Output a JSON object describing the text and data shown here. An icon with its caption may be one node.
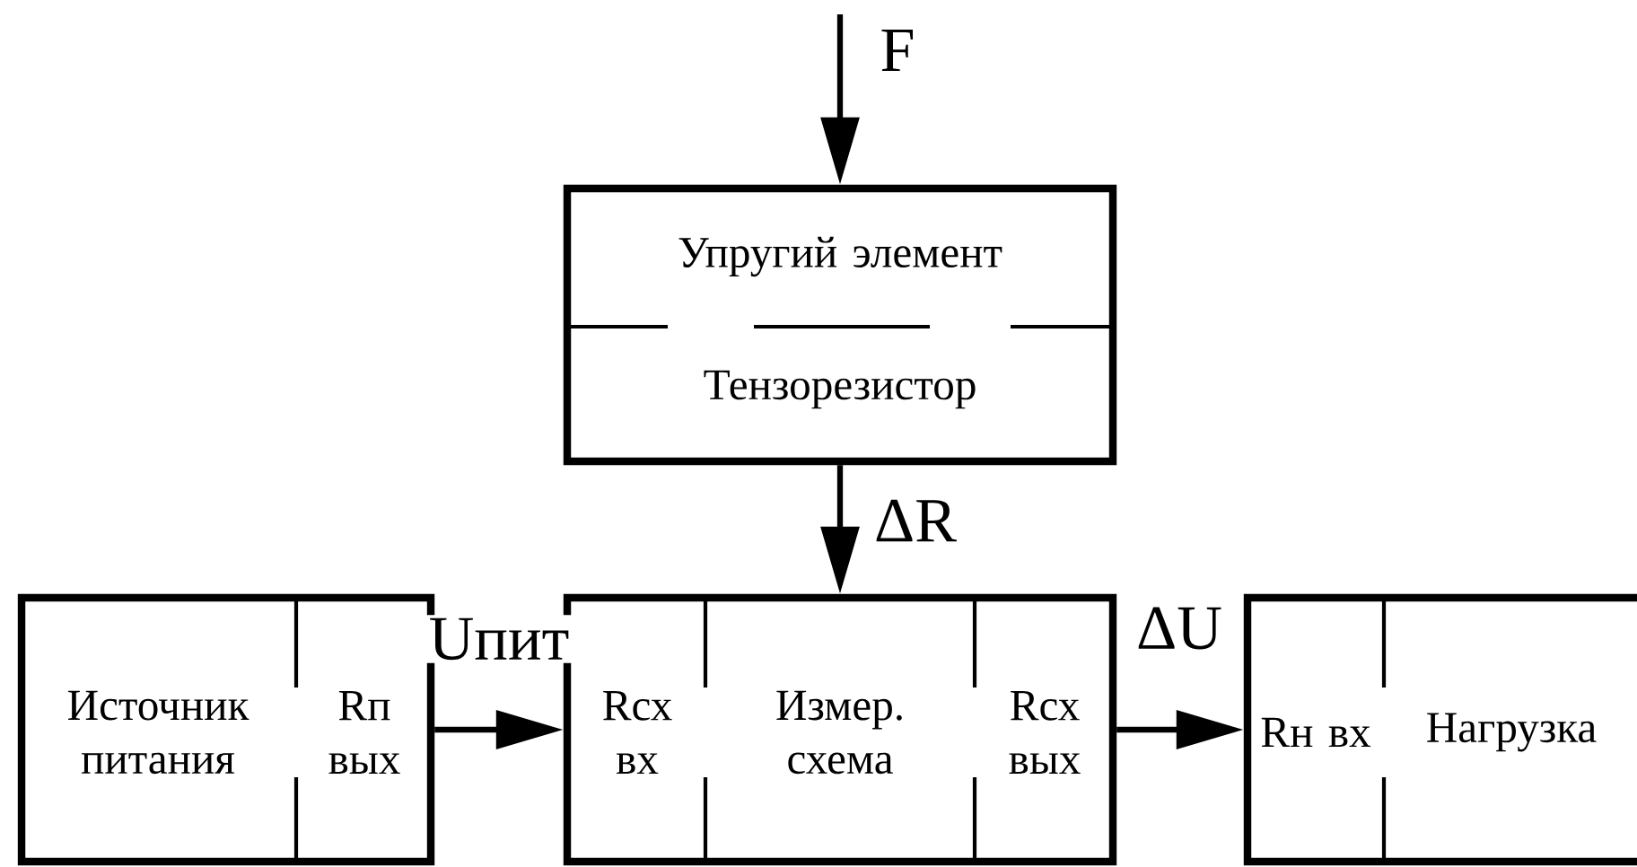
{
  "diagram": {
    "nodes": [
      {
        "text": [
          "Упругий элемент",
          "Тензорезистор"
        ]
      },
      {
        "text": [
          "Источник питания",
          "Rп вых"
        ]
      },
      {
        "text": [
          "Rсх вх",
          "Измер. схема",
          "Rсх вых"
        ]
      },
      {
        "text": [
          "Rн вх",
          "Нагрузка"
        ]
      }
    ],
    "edges": [
      {
        "from": null,
        "to": 0,
        "arrow": "to",
        "label": "F"
      },
      {
        "from": 0,
        "to": 2,
        "arrow": "to",
        "label": "ΔR"
      },
      {
        "from": 1,
        "to": 2,
        "arrow": "to",
        "label": "Uпит"
      },
      {
        "from": 2,
        "to": 3,
        "arrow": "to",
        "label": "ΔU"
      }
    ]
  }
}
